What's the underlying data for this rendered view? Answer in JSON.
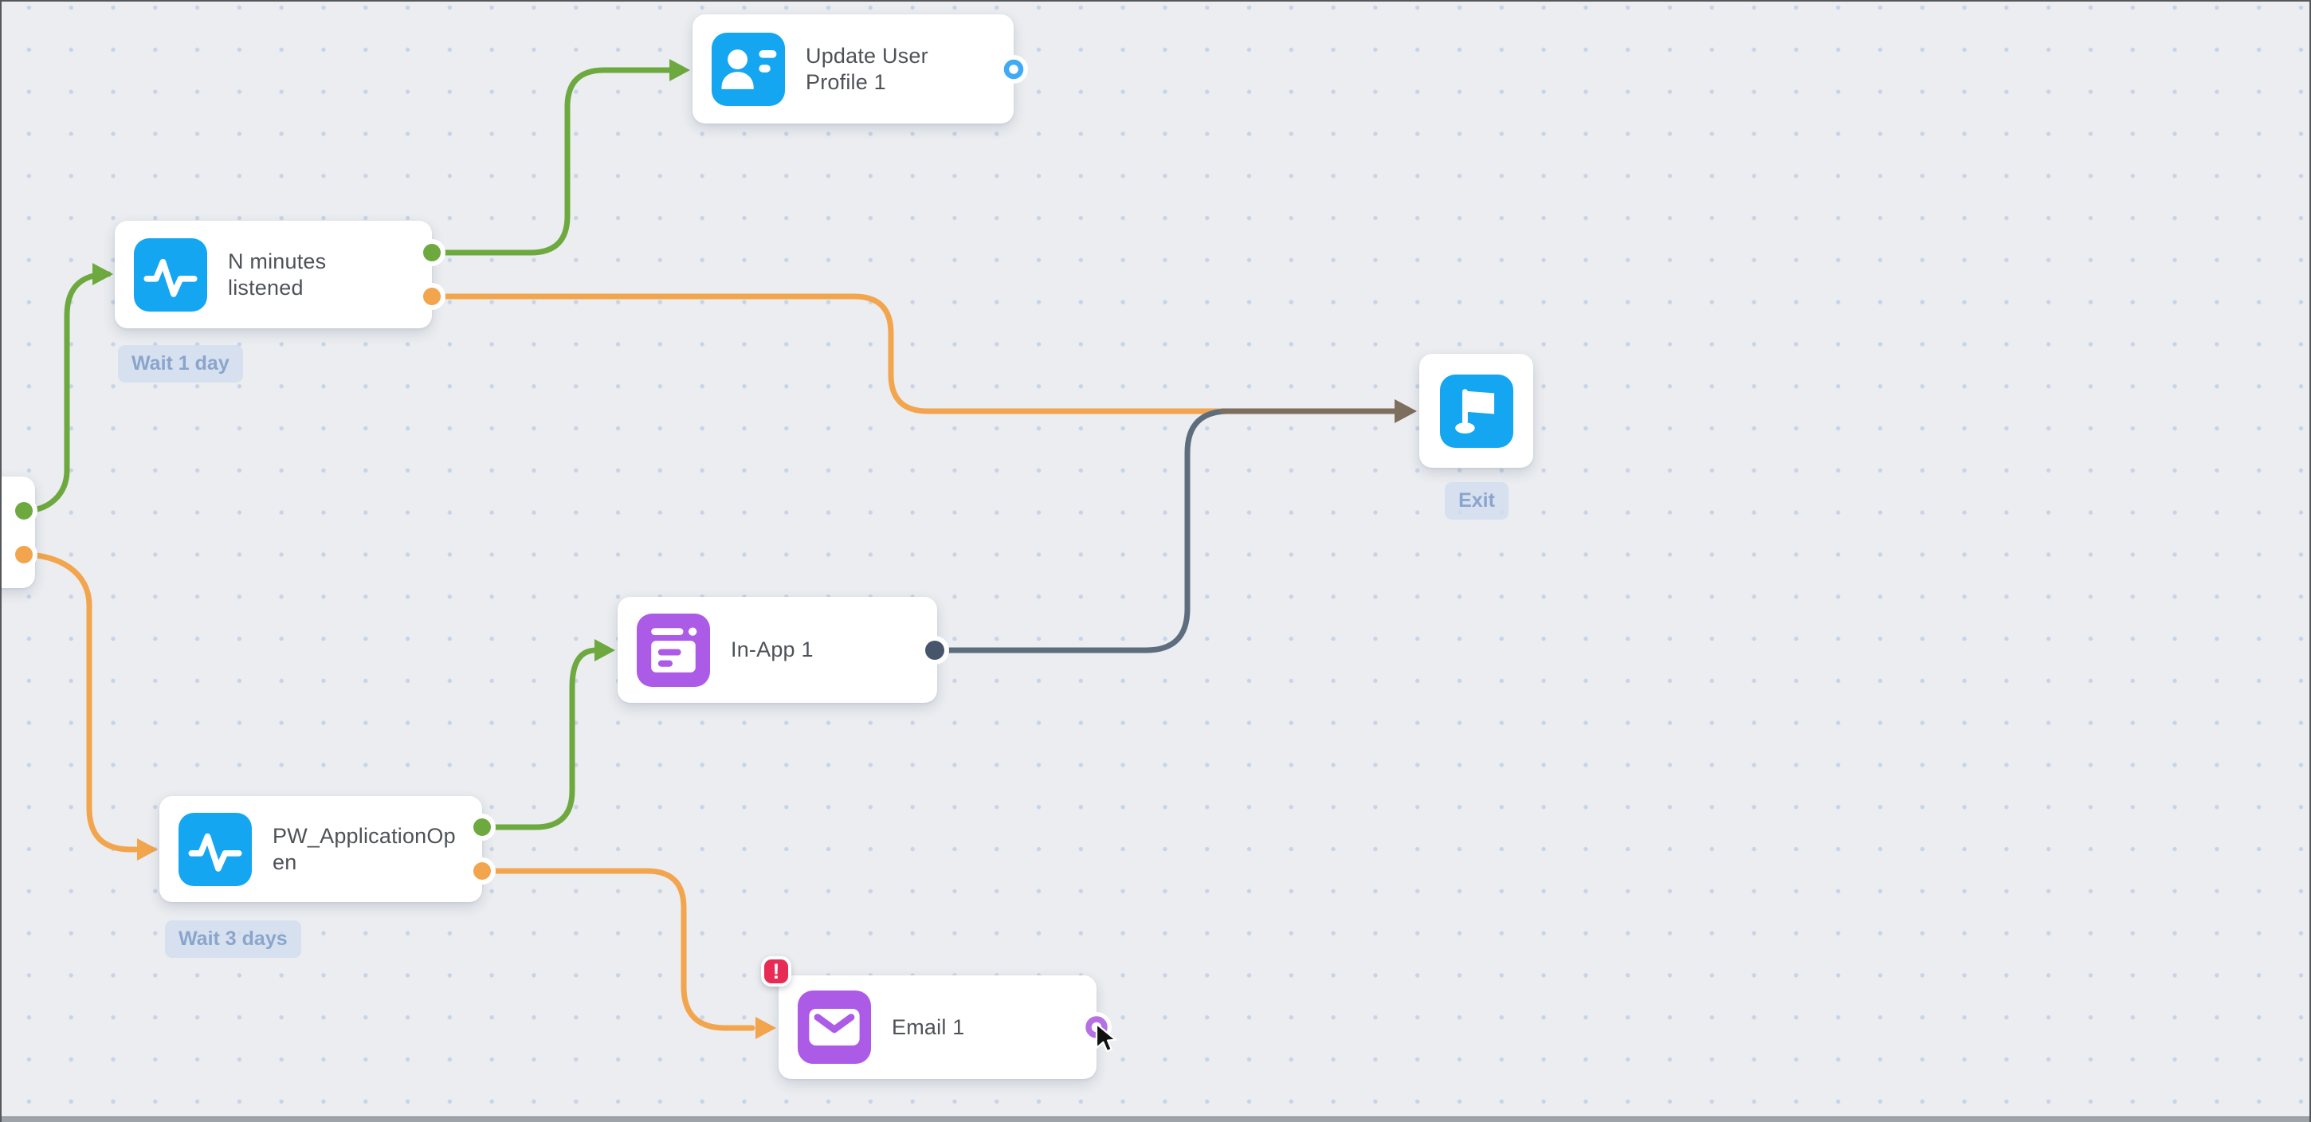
{
  "app": {
    "view": "journey-flow-canvas"
  },
  "colors": {
    "canvas_bg": "#EBEDF0",
    "grid_dot": "#C7D4E7",
    "green": "#6DA93E",
    "orange": "#F2A54D",
    "slate": "#5E6D7E",
    "slate_port": "#47556B",
    "brown": "#7D6E5D",
    "node_blue": "#14A6F1",
    "node_purple": "#AC5BE6",
    "ring_blue": "#41AAF4",
    "ring_purple": "#B571E3",
    "error_red": "#E72B55",
    "label_text": "#4E5257",
    "badge_text": "#8AA5CC"
  },
  "nodes": {
    "entry": {
      "label": ""
    },
    "n_minutes": {
      "label": "N minutes listened",
      "badge": "Wait 1 day",
      "icon": "pulse-icon"
    },
    "update_profile": {
      "label": "Update User Profile 1",
      "icon": "user-profile-icon"
    },
    "in_app": {
      "label": "In-App 1",
      "icon": "in-app-message-icon"
    },
    "pw_open": {
      "label": "PW_ApplicationOpen",
      "badge": "Wait 3 days",
      "icon": "pulse-icon"
    },
    "email": {
      "label": "Email 1",
      "icon": "email-icon",
      "error": "!"
    },
    "exit": {
      "label": "Exit",
      "icon": "flag-icon"
    }
  },
  "edges": [
    {
      "from": "entry",
      "to": "N minutes listened",
      "branch": "yes",
      "color": "green"
    },
    {
      "from": "entry",
      "to": "PW_ApplicationOpen",
      "branch": "no",
      "color": "orange"
    },
    {
      "from": "N minutes listened",
      "to": "Update User Profile 1",
      "branch": "yes",
      "color": "green"
    },
    {
      "from": "N minutes listened",
      "to": "Exit",
      "branch": "no",
      "color": "orange"
    },
    {
      "from": "In-App 1",
      "to": "Exit",
      "branch": "next",
      "color": "slate"
    },
    {
      "from": "PW_ApplicationOpen",
      "to": "In-App 1",
      "branch": "yes",
      "color": "green"
    },
    {
      "from": "PW_ApplicationOpen",
      "to": "Email 1",
      "branch": "no",
      "color": "orange"
    }
  ]
}
